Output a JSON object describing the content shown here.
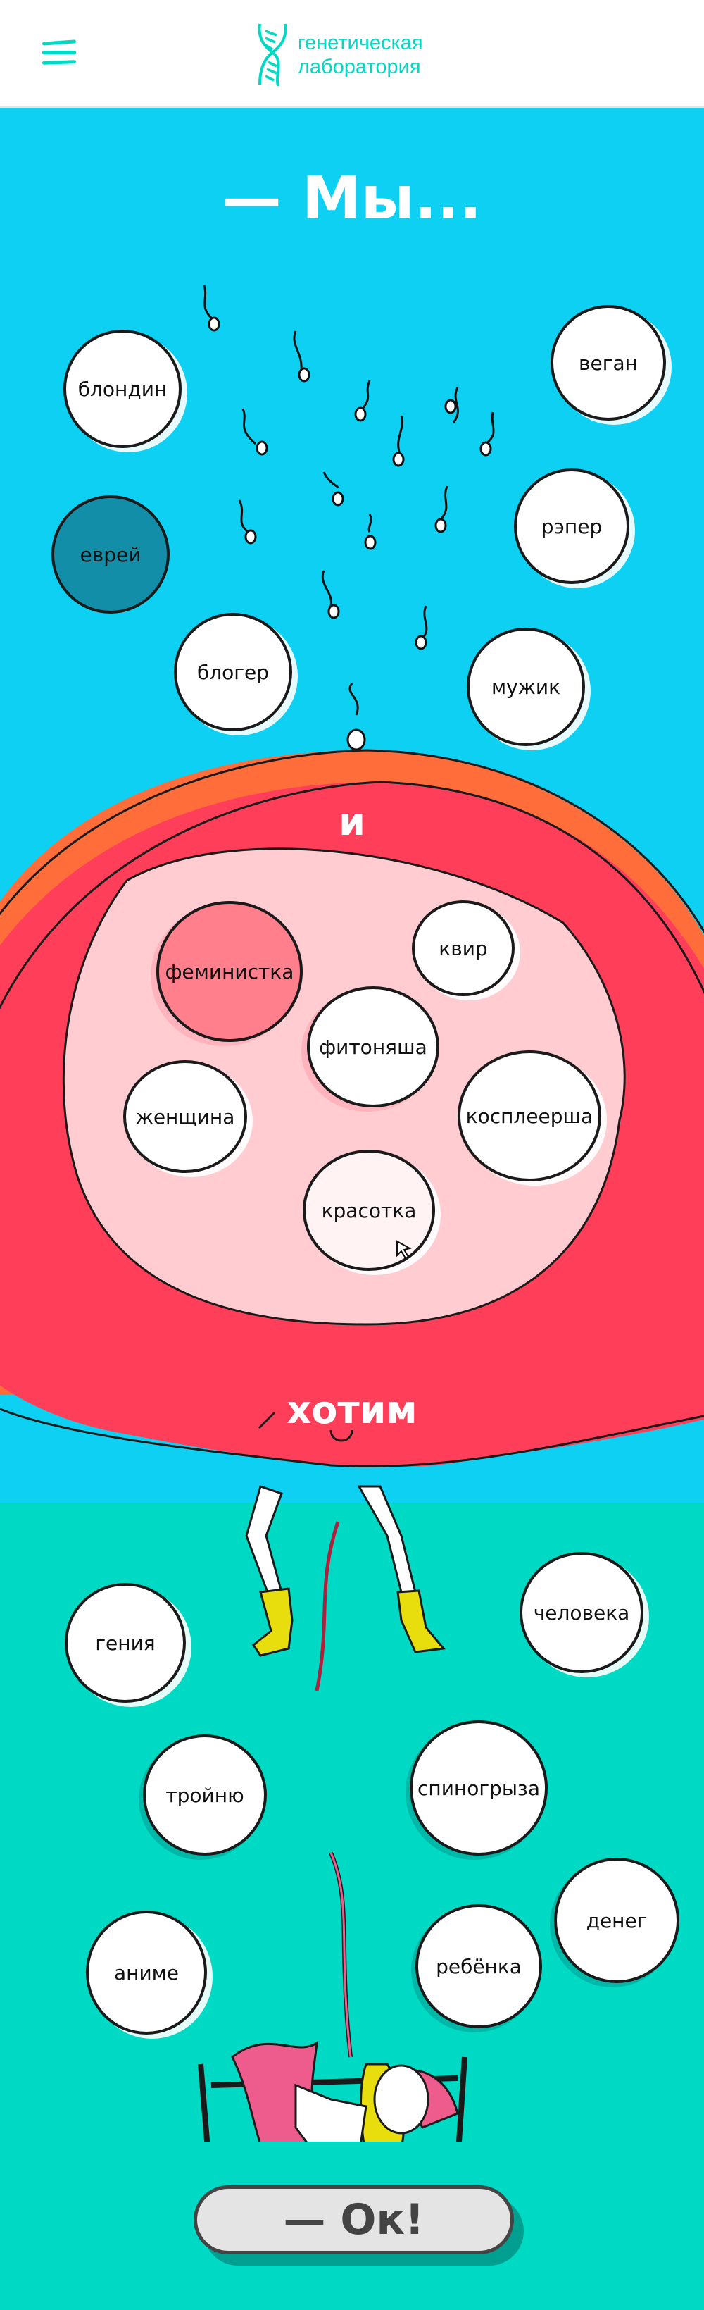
{
  "header": {
    "logo_line1": "генетическая",
    "logo_line2": "лаборатория",
    "menu_icon": "hamburger-icon"
  },
  "headings": {
    "we": "— Мы...",
    "and": "и",
    "want": "хотим"
  },
  "group_we": [
    {
      "label": "блондин",
      "selected": false
    },
    {
      "label": "веган",
      "selected": false
    },
    {
      "label": "еврей",
      "selected": true
    },
    {
      "label": "рэпер",
      "selected": false
    },
    {
      "label": "блогер",
      "selected": false
    },
    {
      "label": "мужик",
      "selected": false
    }
  ],
  "group_and": [
    {
      "label": "феминистка",
      "selected": true
    },
    {
      "label": "квир",
      "selected": false
    },
    {
      "label": "фитоняша",
      "selected": false
    },
    {
      "label": "женщина",
      "selected": false
    },
    {
      "label": "косплеерша",
      "selected": false
    },
    {
      "label": "красотка",
      "selected": false,
      "hovered": true
    }
  ],
  "group_want": [
    {
      "label": "гения"
    },
    {
      "label": "человека"
    },
    {
      "label": "тройню"
    },
    {
      "label": "спиногрыза"
    },
    {
      "label": "денег"
    },
    {
      "label": "аниме"
    },
    {
      "label": "ребёнка"
    }
  ],
  "ok_button": "— Ок!",
  "colors": {
    "sky": "#0dd0f2",
    "teal": "#00d9c4",
    "red": "#ff3f5a",
    "orange": "#ff6e3a",
    "inner": "#ffccd2",
    "selected_we": "#138ea8",
    "selected_and": "#ff808c"
  }
}
